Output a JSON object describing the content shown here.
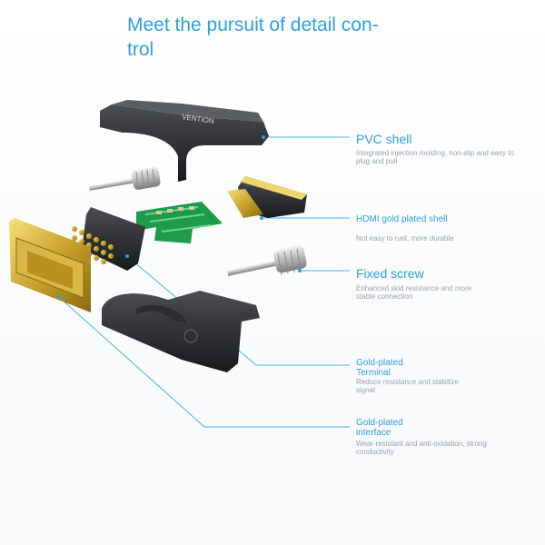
{
  "title": "Meet the pursuit of detail control",
  "title_lines": [
    "Meet the pursuit of detail con-",
    "trol"
  ],
  "brand_text": "VENTION",
  "accent_color": "#2fa0d8",
  "callouts": [
    {
      "label": "PVC shell",
      "description": "Integrated injection molding, non-slip and easy to plug and pull"
    },
    {
      "label": "HDMI gold plated shell",
      "description": "Not easy to rust, more durable"
    },
    {
      "label": "Fixed screw",
      "description": "Enhanced skid resistance and more stable connection"
    },
    {
      "label": "Gold-plated Terminal",
      "description": "Reduce resistance and stabilize signal"
    },
    {
      "label": "Gold-plated interface",
      "description": "Wear-resistant and anti-oxidation, strong conductivity"
    }
  ]
}
